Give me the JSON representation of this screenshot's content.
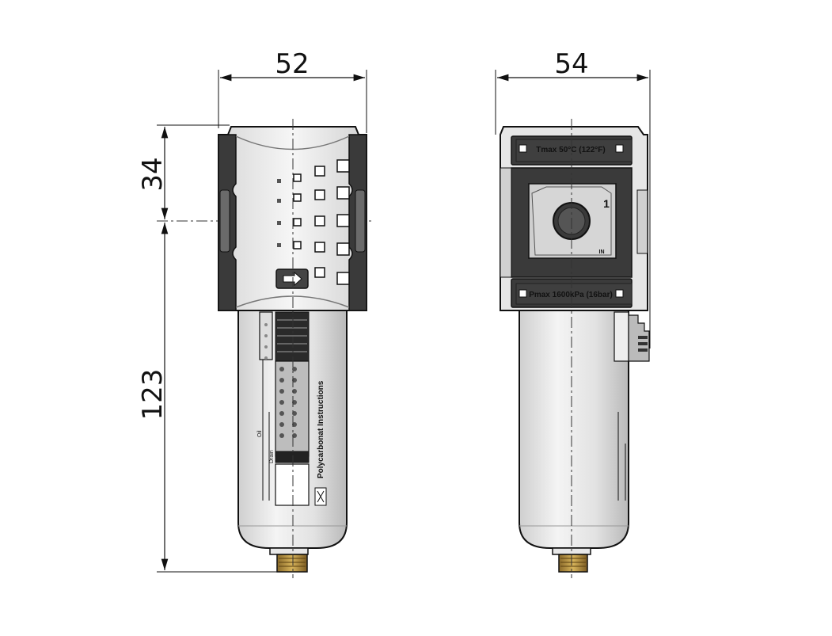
{
  "dimensions": {
    "width_front": "52",
    "width_side": "54",
    "height_head": "34",
    "height_body": "123"
  },
  "labels": {
    "tmax": "Tmax 50°C (122°F)",
    "pmax": "Pmax 1600kPa (16bar)",
    "port_number": "1",
    "port_in": "IN",
    "polycarbonate": "Polycarbonat Instructions",
    "oil": "Oil",
    "drain": "Drain"
  }
}
